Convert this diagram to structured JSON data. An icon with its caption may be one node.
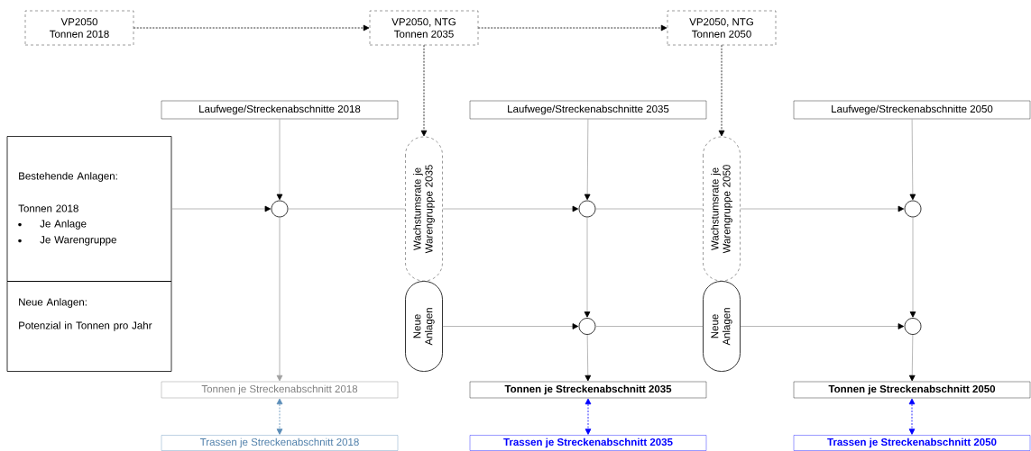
{
  "diagram": {
    "nodes": [
      {
        "text": [
          "VP2050",
          "Tonnen 2018"
        ]
      },
      {
        "text": [
          "VP2050, NTG",
          "Tonnen 2035"
        ]
      },
      {
        "text": [
          "VP2050, NTG",
          "Tonnen 2050"
        ]
      },
      {
        "text": [
          "Laufwege/Streckenabschnitte 2018"
        ]
      },
      {
        "text": [
          "Laufwege/Streckenabschnitte 2035"
        ]
      },
      {
        "text": [
          "Laufwege/Streckenabschnitte 2050"
        ]
      },
      {
        "text": [
          "Bestehende Anlagen:",
          "Tonnen 2018",
          "Je Anlage",
          "Je Warengruppe"
        ]
      },
      {
        "text": [
          "Neue Anlagen:",
          "Potenzial in Tonnen pro Jahr"
        ]
      },
      {
        "text": [
          "Wachstumsrate je Warengruppe 2035"
        ]
      },
      {
        "text": [
          "Neue Anlagen"
        ]
      },
      {
        "text": [
          "Wachstumsrate je Warengruppe 2050"
        ]
      },
      {
        "text": [
          "Neue Anlagen"
        ]
      },
      {
        "text": [],
        "shape": "circle"
      },
      {
        "text": [],
        "shape": "circle"
      },
      {
        "text": [],
        "shape": "circle"
      },
      {
        "text": [],
        "shape": "circle"
      },
      {
        "text": [],
        "shape": "circle"
      },
      {
        "text": [
          "Tonnen je Streckenabschnitt 2018"
        ]
      },
      {
        "text": [
          "Tonnen je Streckenabschnitt 2035"
        ]
      },
      {
        "text": [
          "Tonnen je Streckenabschnitt 2050"
        ]
      },
      {
        "text": [
          "Trassen je Streckenabschnitt 2018"
        ]
      },
      {
        "text": [
          "Trassen je Streckenabschnitt 2035"
        ]
      },
      {
        "text": [
          "Trassen je Streckenabschnitt 2050"
        ]
      }
    ],
    "edges": [
      {
        "from": 0,
        "to": 1,
        "arrow": "to",
        "style": "dashed",
        "color": "#000000"
      },
      {
        "from": 1,
        "to": 2,
        "arrow": "to",
        "style": "dashed",
        "color": "#000000"
      },
      {
        "from": 1,
        "to": 8,
        "arrow": "to",
        "style": "dashed",
        "color": "#000000"
      },
      {
        "from": 2,
        "to": 10,
        "arrow": "to",
        "style": "dashed",
        "color": "#000000"
      },
      {
        "from": 3,
        "to": 12,
        "arrow": "to"
      },
      {
        "from": 6,
        "to": 12,
        "arrow": "to"
      },
      {
        "from": 12,
        "to": 8,
        "arrow": "none"
      },
      {
        "from": 8,
        "to": 13,
        "arrow": "to"
      },
      {
        "from": 12,
        "to": 17,
        "arrow": "to",
        "color": "#a0a0a0"
      },
      {
        "from": 4,
        "to": 13,
        "arrow": "to"
      },
      {
        "from": 13,
        "to": 15,
        "arrow": "to"
      },
      {
        "from": 9,
        "to": 15,
        "arrow": "to"
      },
      {
        "from": 15,
        "to": 18,
        "arrow": "to"
      },
      {
        "from": 13,
        "to": 10,
        "arrow": "none"
      },
      {
        "from": 10,
        "to": 14,
        "arrow": "to"
      },
      {
        "from": 15,
        "to": 11,
        "arrow": "none"
      },
      {
        "from": 11,
        "to": 16,
        "arrow": "to"
      },
      {
        "from": 5,
        "to": 14,
        "arrow": "to"
      },
      {
        "from": 14,
        "to": 16,
        "arrow": "to"
      },
      {
        "from": 16,
        "to": 19,
        "arrow": "to"
      },
      {
        "from": 17,
        "to": 20,
        "arrow": "both",
        "style": "dashed",
        "color": "#5b8db8"
      },
      {
        "from": 18,
        "to": 21,
        "arrow": "both",
        "style": "dashed",
        "color": "#0000ff"
      },
      {
        "from": 19,
        "to": 22,
        "arrow": "both",
        "style": "dashed",
        "color": "#0000ff"
      }
    ]
  }
}
